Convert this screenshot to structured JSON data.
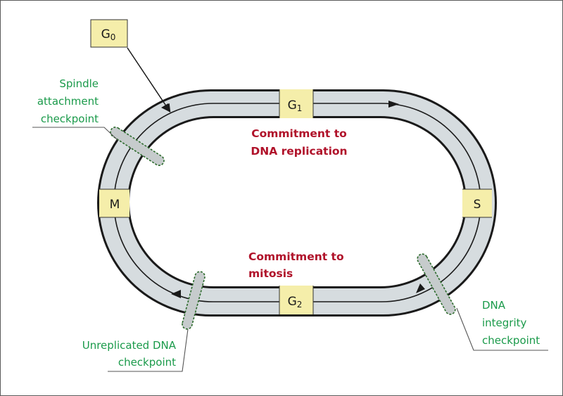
{
  "phases": {
    "g0": {
      "letter": "G",
      "sub": "0"
    },
    "g1": {
      "letter": "G",
      "sub": "1"
    },
    "s": {
      "label": "S"
    },
    "g2": {
      "letter": "G",
      "sub": "2"
    },
    "m": {
      "label": "M"
    }
  },
  "commitments": {
    "dna_replication": {
      "line1": "Commitment to",
      "line2": "DNA replication"
    },
    "mitosis": {
      "line1": "Commitment to",
      "line2": "mitosis"
    }
  },
  "checkpoints": {
    "spindle": {
      "line1": "Spindle",
      "line2": "attachment",
      "line3": "checkpoint"
    },
    "unreplicated": {
      "line1": "Unreplicated DNA",
      "line2": "checkpoint"
    },
    "integrity": {
      "line1": "DNA",
      "line2": "integrity",
      "line3": "checkpoint"
    }
  },
  "colors": {
    "track_fill": "#d6dcdf",
    "track_outline": "#1a1a1a",
    "phase_box": "#f5eeaa",
    "checkpoint_text": "#1a9a4a",
    "commitment_text": "#b0122a"
  }
}
